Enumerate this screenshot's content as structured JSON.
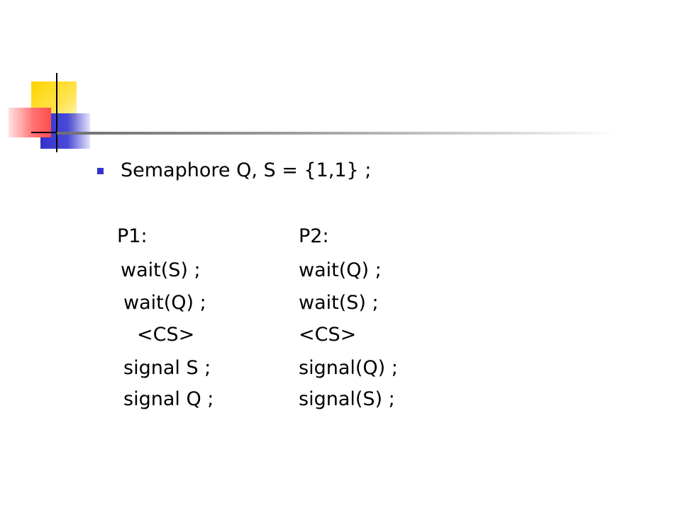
{
  "slide": {
    "bullet_text": "Semaphore Q, S = {1,1} ;",
    "p1": {
      "header": "P1:",
      "lines": [
        "wait(S) ;",
        "wait(Q) ;",
        "<CS>",
        "signal S ;",
        "signal Q ;"
      ]
    },
    "p2": {
      "header": "P2:",
      "lines": [
        "wait(Q) ;",
        "wait(S) ;",
        "<CS>",
        "signal(Q) ;",
        "signal(S) ;"
      ]
    }
  },
  "colors": {
    "accent_yellow": "#ffd400",
    "accent_blue": "#3333cc",
    "accent_red": "#ff4d4d"
  }
}
